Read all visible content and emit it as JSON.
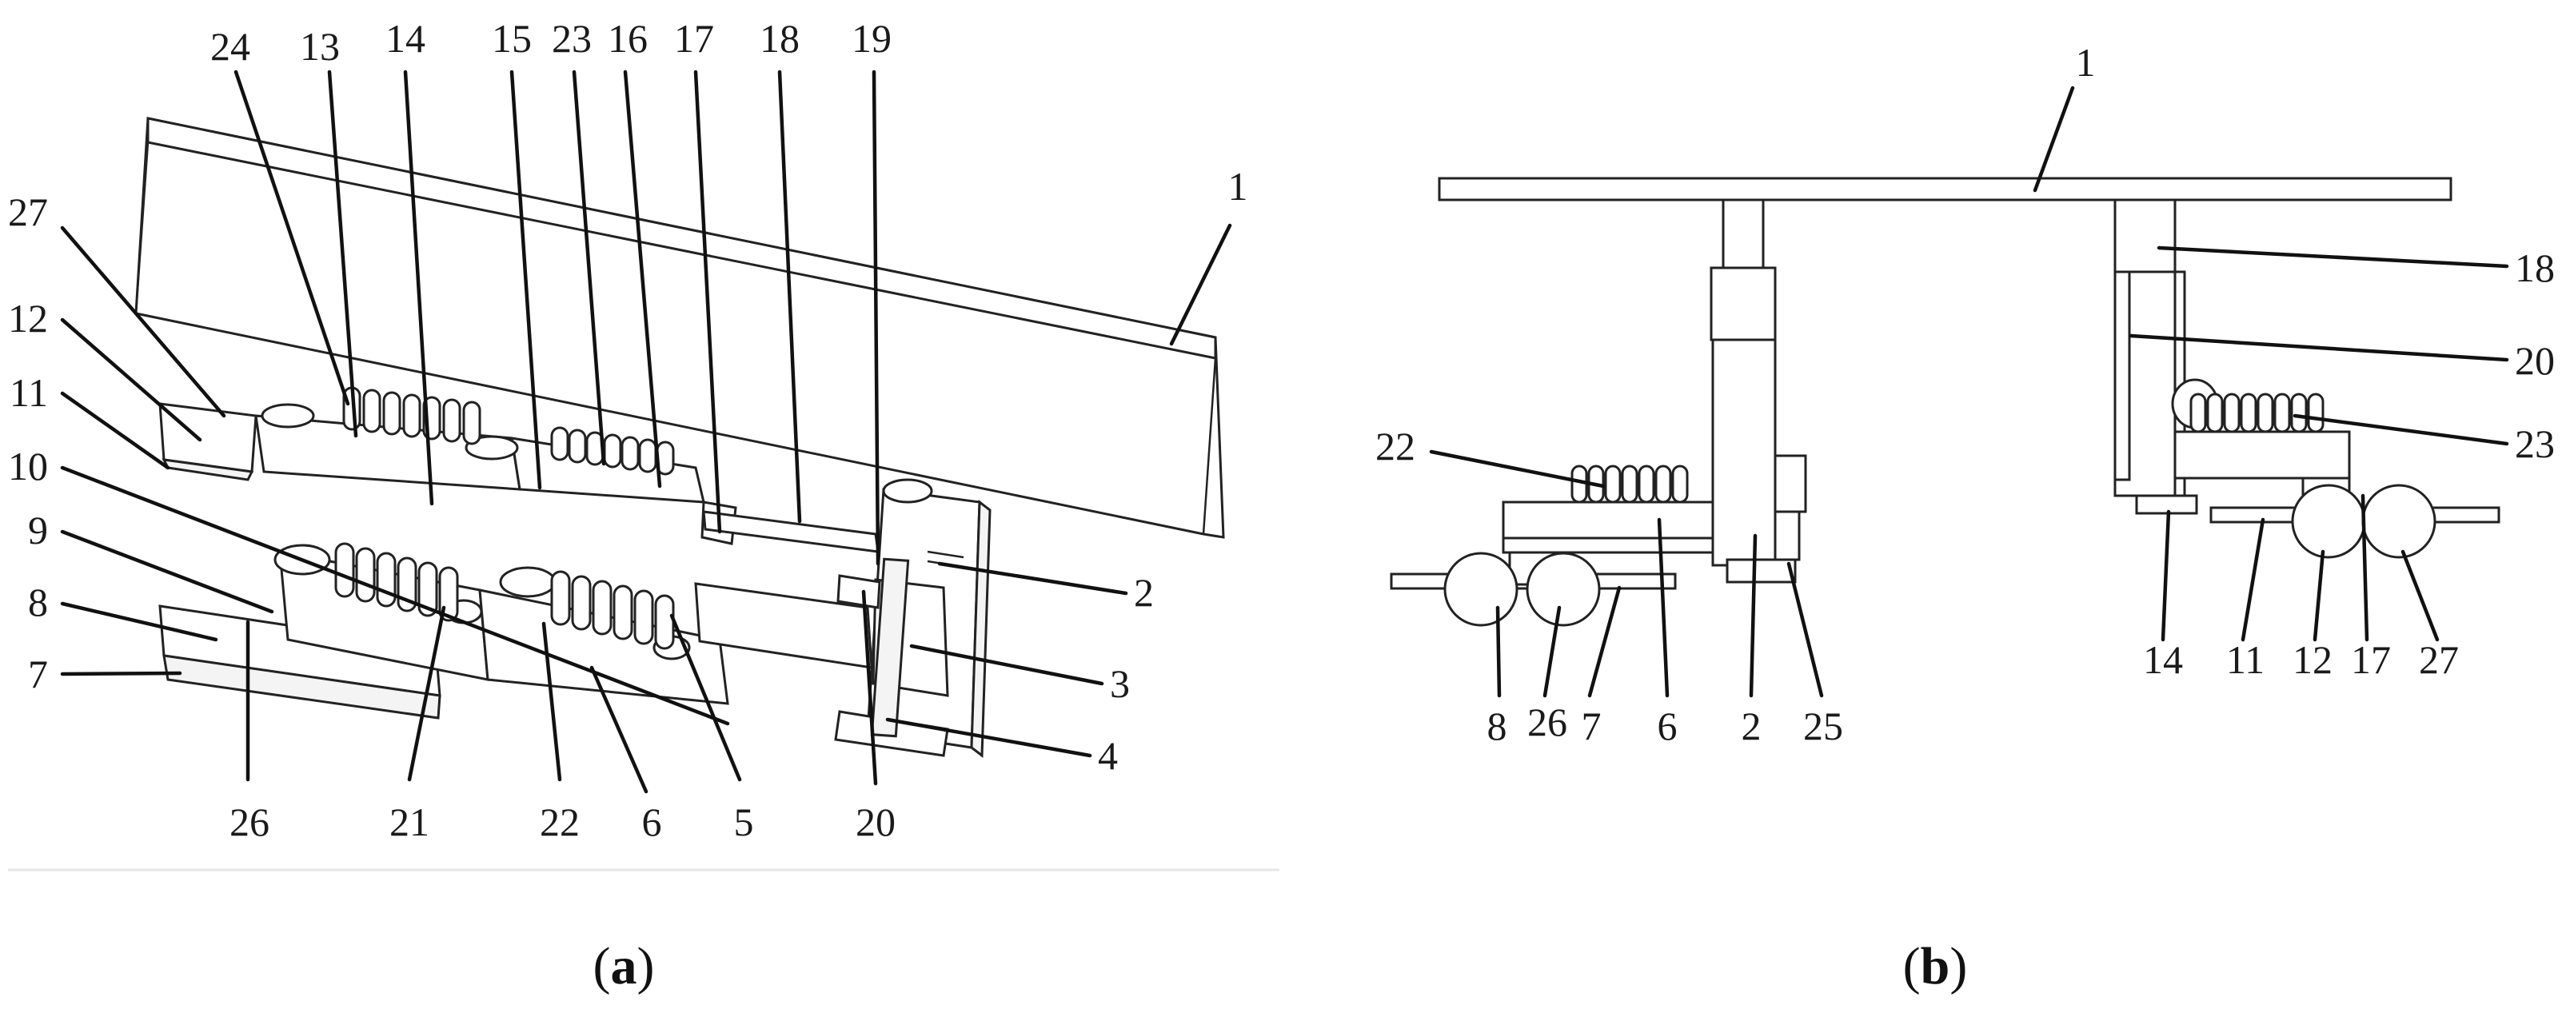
{
  "panels": [
    {
      "id": "a",
      "caption": {
        "open": "(",
        "letter": "a",
        "close": ")"
      },
      "labels": [
        "1",
        "2",
        "3",
        "4",
        "5",
        "6",
        "7",
        "8",
        "9",
        "10",
        "11",
        "12",
        "13",
        "14",
        "15",
        "16",
        "17",
        "18",
        "19",
        "20",
        "21",
        "22",
        "23",
        "24",
        "26",
        "27"
      ]
    },
    {
      "id": "b",
      "caption": {
        "open": "(",
        "letter": "b",
        "close": ")"
      },
      "labels": [
        "1",
        "18",
        "20",
        "22",
        "23",
        "6",
        "2",
        "25",
        "8",
        "26",
        "7",
        "14",
        "11",
        "12",
        "17",
        "27"
      ]
    }
  ],
  "colors": {
    "line": "#222222",
    "leader": "#111111",
    "background": "#ffffff"
  }
}
